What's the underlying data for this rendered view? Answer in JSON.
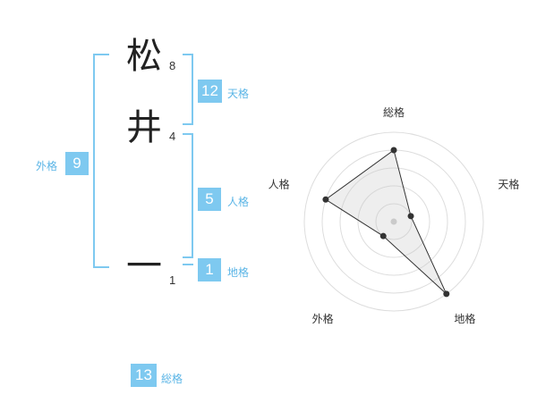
{
  "name_chars": [
    {
      "char": "松",
      "strokes": "8"
    },
    {
      "char": "井",
      "strokes": "4"
    },
    {
      "char": "一",
      "strokes": "1"
    }
  ],
  "fortunes": {
    "tenkaku": {
      "value": "12",
      "label": "天格"
    },
    "jinkaku": {
      "value": "5",
      "label": "人格"
    },
    "chikaku": {
      "value": "1",
      "label": "地格"
    },
    "gaikaku": {
      "value": "9",
      "label": "外格"
    },
    "soukaku": {
      "value": "13",
      "label": "総格"
    }
  },
  "colors": {
    "accent": "#7ec9f0",
    "label": "#5bb5e6"
  },
  "chart_data": {
    "type": "radar",
    "axes": [
      "総格",
      "天格",
      "地格",
      "外格",
      "人格"
    ],
    "levels": 5,
    "max": 5,
    "values": [
      4,
      1,
      5,
      1,
      4
    ]
  }
}
